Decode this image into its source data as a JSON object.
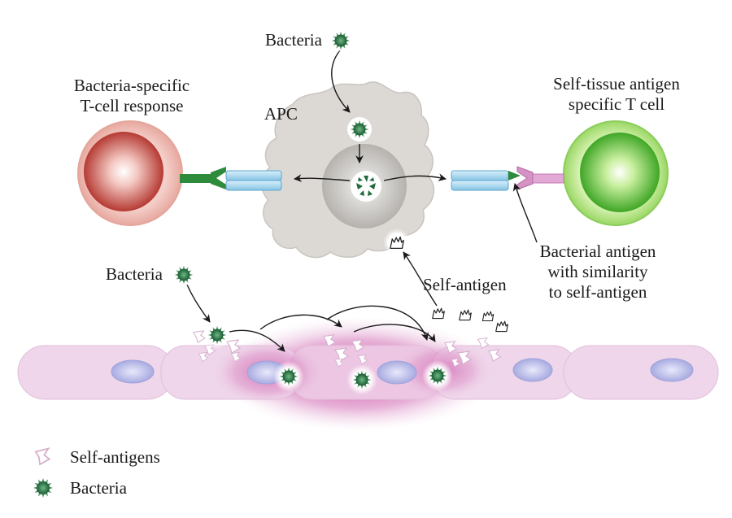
{
  "labels": {
    "bacteria_top": "Bacteria",
    "apc": "APC",
    "left_cell_title_line1": "Bacteria-specific",
    "left_cell_title_line2": "T-cell response",
    "right_cell_title_line1": "Self-tissue antigen",
    "right_cell_title_line2": "specific T cell",
    "mimic_line1": "Bacterial antigen",
    "mimic_line2": "with similarity",
    "mimic_line3": "to self-antigen",
    "self_antigen": "Self-antigen",
    "bacteria_left": "Bacteria"
  },
  "legend": {
    "items": [
      {
        "label": "Self-antigens",
        "icon": "self-antigen-fragment-icon"
      },
      {
        "label": "Bacteria",
        "icon": "bacteria-icon"
      }
    ]
  },
  "colors": {
    "bacteria": "#1f6b3c",
    "apc_body": "#d9d6d2",
    "apc_nucleus": "#bdbab6",
    "left_cell": "#c9584f",
    "right_cell": "#6fc13c",
    "tissue": "#efd4e8",
    "tissue_nucleus": "#b7b9e6",
    "receptor_blue": "#a9d8ef",
    "tcr_left": "#2e8b3c",
    "tcr_right": "#d592c4",
    "inflammation": "#c94aa5"
  }
}
